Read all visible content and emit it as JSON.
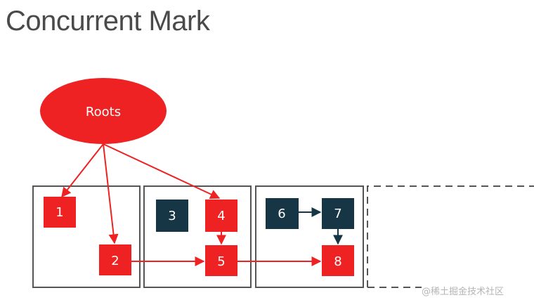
{
  "page": {
    "title": "Concurrent Mark"
  },
  "diagram": {
    "root_label": "Roots",
    "nodes": [
      "1",
      "2",
      "3",
      "4",
      "5",
      "6",
      "7",
      "8"
    ],
    "colors": {
      "marked": "#ee2222",
      "unmarked": "#163645",
      "region_border": "#555555"
    }
  },
  "watermark": "@稀土掘金技术社区"
}
